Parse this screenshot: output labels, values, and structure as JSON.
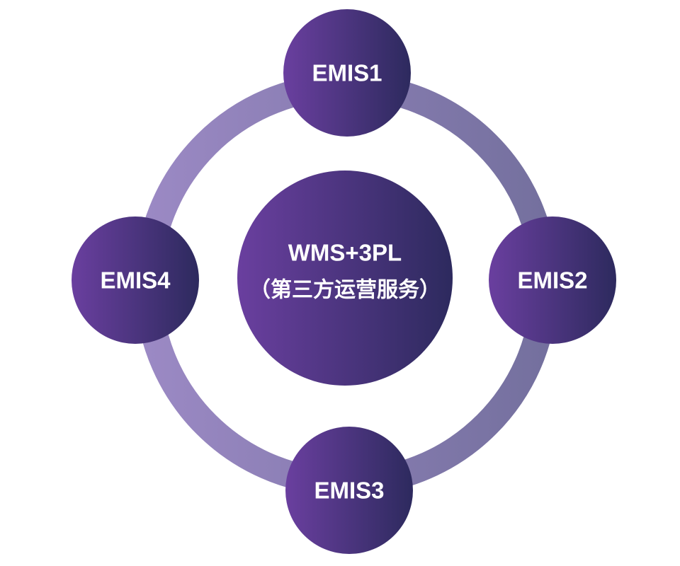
{
  "colors": {
    "ring_start": "#9b89c4",
    "ring_end": "#74709e",
    "node_start": "#6a3f9f",
    "node_end": "#2d2a5e",
    "text": "#ffffff",
    "background": "#ffffff"
  },
  "center": {
    "title": "WMS+3PL",
    "subtitle": "（第三方运营服务）"
  },
  "nodes": {
    "top": "EMIS1",
    "right": "EMIS2",
    "bottom": "EMIS3",
    "left": "EMIS4"
  }
}
